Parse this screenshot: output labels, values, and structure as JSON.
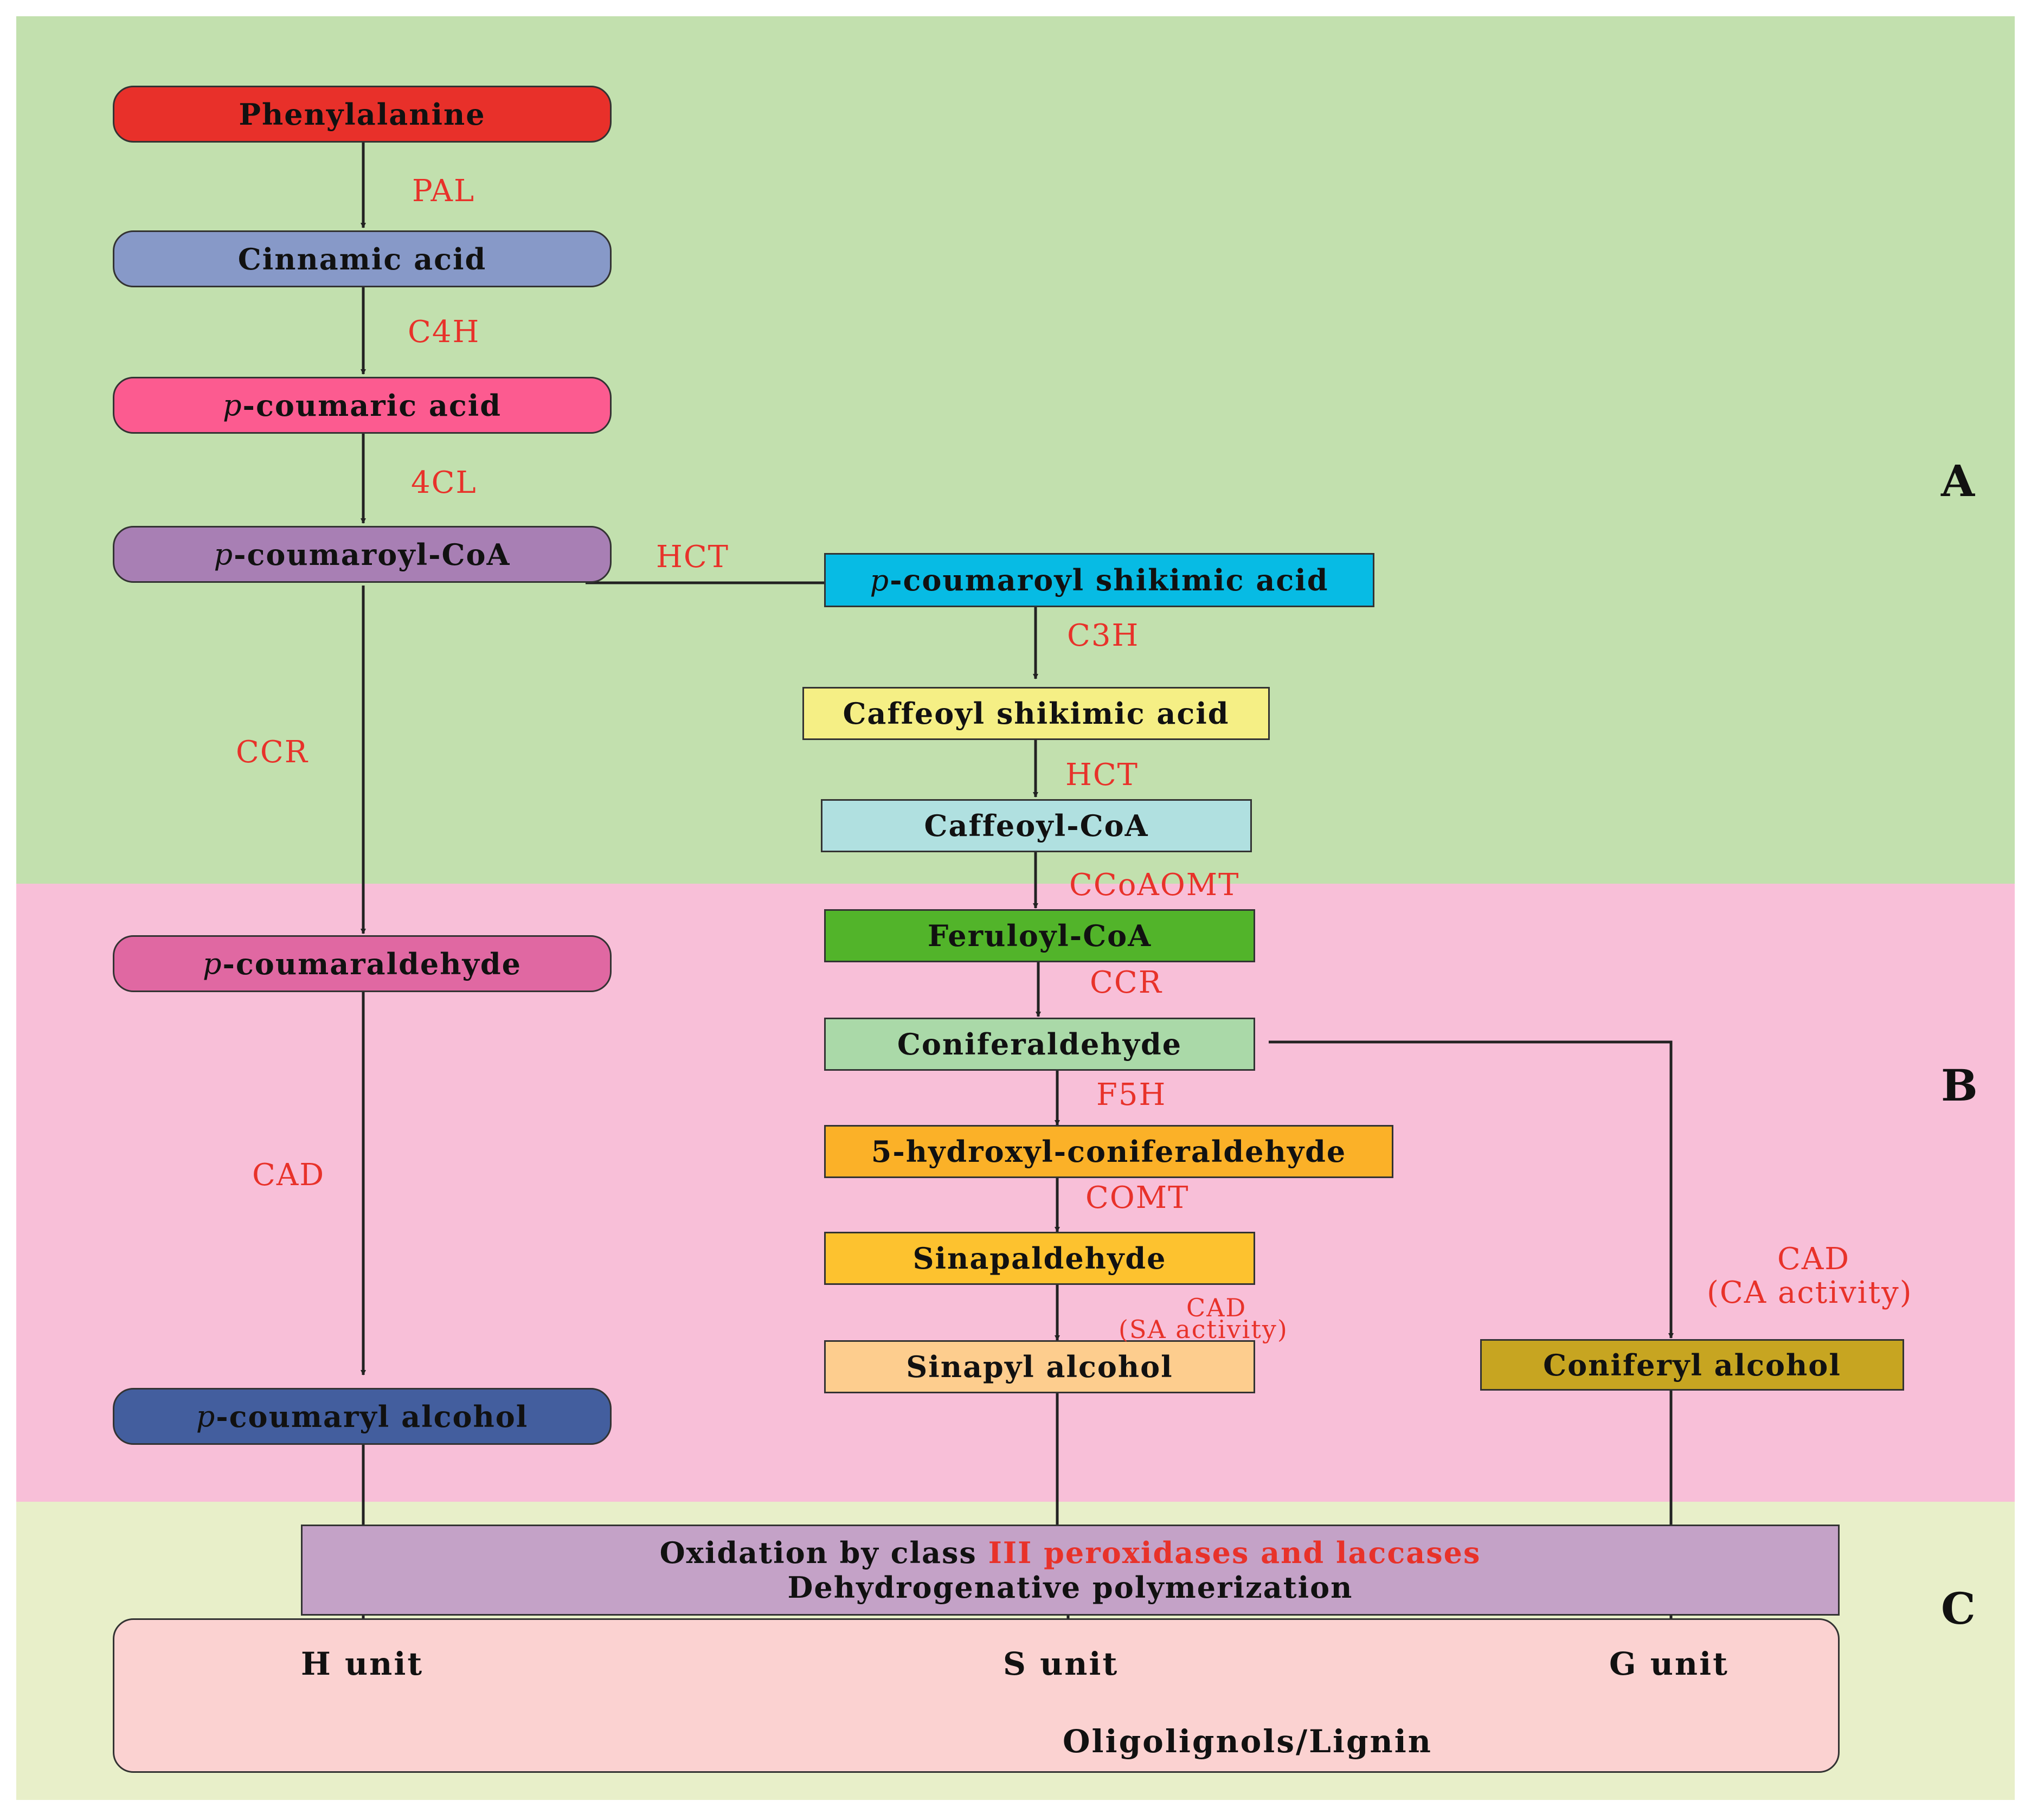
{
  "sections": {
    "a": "A",
    "b": "B",
    "c": "C"
  },
  "nodes": {
    "phenylalanine": "Phenylalanine",
    "cinnamic_acid": "Cinnamic acid",
    "p_coumaric_acid": {
      "prefix": "p",
      "text": "-coumaric acid"
    },
    "p_coumaroyl_coa": {
      "prefix": "p",
      "text": "-coumaroyl-CoA"
    },
    "p_coumaroyl_shikimic_acid": {
      "prefix": "p",
      "text": "-coumaroyl shikimic acid"
    },
    "caffeoyl_shikimic_acid": "Caffeoyl shikimic acid",
    "caffeoyl_coa": "Caffeoyl-CoA",
    "feruloyl_coa": "Feruloyl-CoA",
    "p_coumaraldehyde": {
      "prefix": "p",
      "text": "-coumaraldehyde"
    },
    "coniferaldehyde": "Coniferaldehyde",
    "hydroxy_coniferaldehyde": "5-hydroxyl-coniferaldehyde",
    "sinapaldehyde": "Sinapaldehyde",
    "sinapyl_alcohol": "Sinapyl alcohol",
    "coniferyl_alcohol": "Coniferyl alcohol",
    "p_coumaryl_alcohol": {
      "prefix": "p",
      "text": "-coumaryl alcohol"
    }
  },
  "enzymes": {
    "pal": "PAL",
    "c4h": "C4H",
    "fourcl": "4CL",
    "hct1": "HCT",
    "c3h": "C3H",
    "hct2": "HCT",
    "ccoaomt": "CCoAOMT",
    "ccr1": "CCR",
    "ccr2": "CCR",
    "f5h": "F5H",
    "comt": "COMT",
    "cad1": "CAD",
    "cad_sa": "CAD",
    "cad_sa_note": "(SA activity)",
    "cad_ca": "CAD",
    "cad_ca_note": "(CA activity)"
  },
  "oxidation": {
    "line1_black": "Oxidation by class ",
    "line1_red": "III peroxidases and laccases",
    "line2": "Dehydrogenative polymerization"
  },
  "units": {
    "h": "H unit",
    "s": "S unit",
    "g": "G unit"
  },
  "final_product": "Oligolignols/Lignin",
  "colors": {
    "zone_a": "#c2e0ae",
    "zone_b": "#f8bfd8",
    "zone_c": "#e8efc9",
    "phenylalanine": "#e8302a",
    "cinnamic_acid": "#8799c8",
    "p_coumaric_acid": "#fc5b90",
    "p_coumaroyl_coa": "#a87fb4",
    "p_coumaroyl_shikimic_acid": "#07bbe4",
    "caffeoyl_shikimic_acid": "#f5ef85",
    "caffeoyl_coa": "#b0e0e0",
    "feruloyl_coa": "#52b42a",
    "p_coumaraldehyde": "#e068a2",
    "coniferaldehyde": "#aad9a8",
    "hydroxy_coniferaldehyde": "#fbb128",
    "sinapaldehyde": "#fdc22f",
    "sinapyl_alcohol": "#fdcd8e",
    "coniferyl_alcohol": "#c7a521",
    "p_coumaryl_alcohol": "#435e9e",
    "oxidation_box": "#c4a2c7",
    "lignin_box": "#fbd2d1",
    "enzyme_text": "#e8322a"
  }
}
